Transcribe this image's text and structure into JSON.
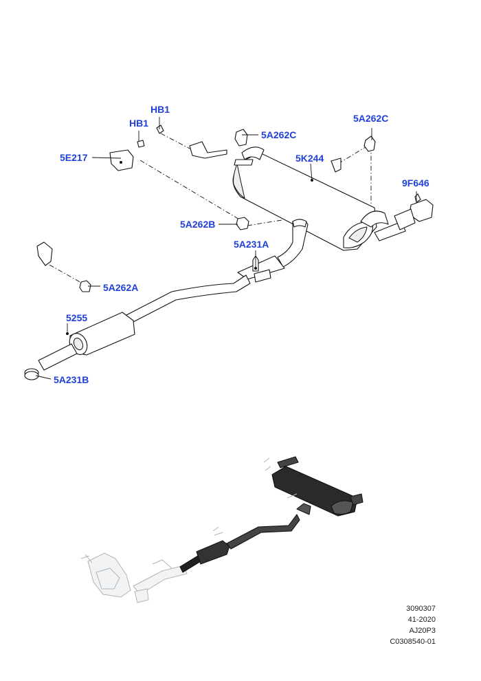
{
  "callouts": {
    "hb1_top": "HB1",
    "hb1": "HB1",
    "p5e217": "5E217",
    "p5a262c_left": "5A262C",
    "p5a262c_right": "5A262C",
    "p5k244": "5K244",
    "p9f646": "9F646",
    "p5a262b": "5A262B",
    "p5a231a": "5A231A",
    "p5a262a": "5A262A",
    "p5255": "5255",
    "p5a231b": "5A231B"
  },
  "reference": {
    "line1": "3090307",
    "line2": "41-2020",
    "line3": "AJ20P3",
    "line4": "C0308540-01"
  },
  "colors": {
    "callout": "#1f3fd9",
    "line": "#111111",
    "ghost": "#aeb4b8"
  }
}
